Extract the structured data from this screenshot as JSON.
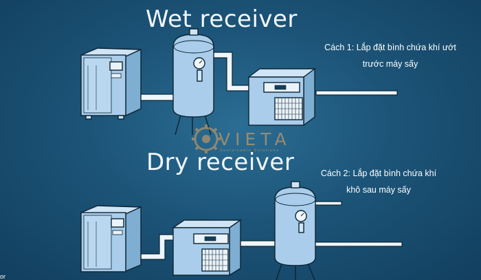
{
  "titles": {
    "wet": "Wet receiver",
    "dry": "Dry receiver"
  },
  "notes": {
    "method1_line1": "Cách 1: Lắp đặt bình chứa khí ướt",
    "method1_line2": "trước máy sấy",
    "method2_line1": "Cách 2: Lắp đặt bình chứa khí",
    "method2_line2": "khô sau máy sấy"
  },
  "watermark": {
    "brand": "VIETA",
    "tagline": "Sustainable Solutions"
  },
  "corner_text": "or",
  "colors": {
    "equipment": "#a9cdea",
    "outline": "#0d2433",
    "background": "#1c5478",
    "watermark": "#e3a35c"
  }
}
